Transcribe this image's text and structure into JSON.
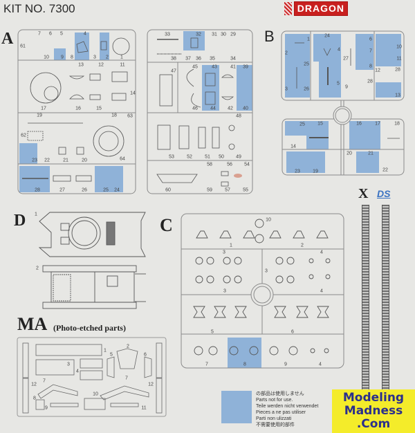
{
  "header": {
    "kit_number": "KIT NO. 7300",
    "brand": "DRAGON"
  },
  "colors": {
    "not_for_use": "#8fb2d8",
    "brand_red": "#c8201f",
    "background": "#e7e7e4"
  },
  "sprues": {
    "A": {
      "letter": "A",
      "labels": [
        "7",
        "6",
        "5",
        "4",
        "61",
        "10",
        "9",
        "8",
        "3",
        "2",
        "1",
        "13",
        "12",
        "11",
        "14",
        "17",
        "16",
        "15",
        "19",
        "18",
        "63",
        "62",
        "23",
        "22",
        "21",
        "20",
        "64",
        "28",
        "27",
        "26",
        "25",
        "24"
      ]
    },
    "A2": {
      "labels": [
        "33",
        "32",
        "31",
        "30",
        "29",
        "38",
        "37",
        "36",
        "35",
        "34",
        "45",
        "47",
        "43",
        "41",
        "39",
        "46",
        "44",
        "42",
        "40",
        "48",
        "53",
        "52",
        "51",
        "50",
        "49",
        "58",
        "56",
        "54",
        "60",
        "59",
        "57",
        "55"
      ]
    },
    "B": {
      "letter": "B",
      "labels": [
        "1",
        "24",
        "4",
        "2",
        "25",
        "3",
        "26",
        "5",
        "27",
        "6",
        "7",
        "8",
        "10",
        "11",
        "12",
        "28",
        "9",
        "28",
        "13",
        "25",
        "15",
        "16",
        "17",
        "18",
        "14",
        "23",
        "19",
        "20",
        "21",
        "22"
      ]
    },
    "C": {
      "letter": "C",
      "labels": [
        "10",
        "1",
        "2",
        "3",
        "4",
        "3",
        "3",
        "4",
        "5",
        "6",
        "7",
        "8",
        "9",
        "4"
      ]
    },
    "D": {
      "letter": "D",
      "labels": [
        "1",
        "2"
      ]
    },
    "MA": {
      "letter": "MA",
      "subtitle": "(Photo-etched parts)",
      "labels": [
        "1",
        "2",
        "5",
        "6",
        "3",
        "4",
        "7",
        "7",
        "12",
        "12",
        "10",
        "8",
        "9",
        "11"
      ]
    },
    "X": {
      "letter": "X",
      "logo": "DS"
    }
  },
  "legend": {
    "lines": [
      "の部品は使用しません",
      "Parts not for use.",
      "Teile werden nicht verwendet",
      "Pieces a ne pas utiliser",
      "Parti non ulizzati",
      "不需要使用的部件"
    ]
  },
  "watermark": {
    "lines": [
      "Modeling",
      "Madness",
      ".Com"
    ]
  }
}
